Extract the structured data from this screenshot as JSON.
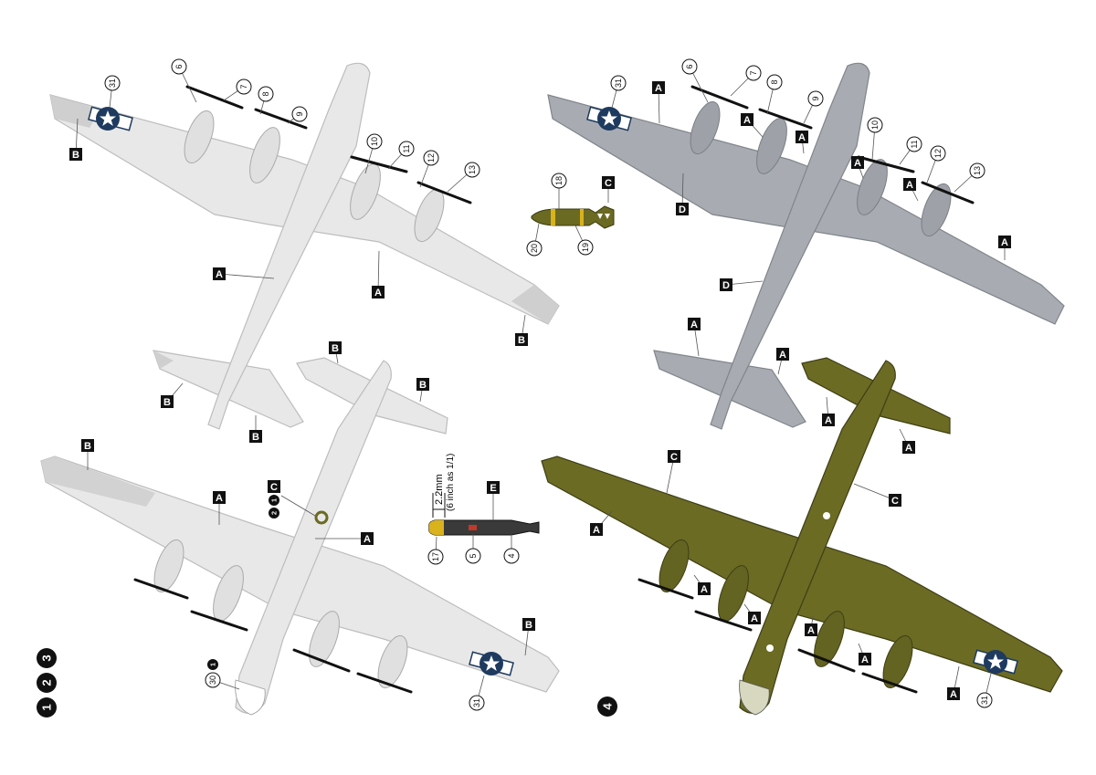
{
  "colors": {
    "white_scheme": "#e8e8e8",
    "white_outline": "#bdbdbd",
    "gray_scheme": "#a8acb2",
    "gray_outline": "#80858b",
    "olive_scheme": "#6b6b24",
    "olive_outline": "#3e3e14",
    "insignia_blue": "#1e3a5f",
    "bomb_olive": "#6b6a22",
    "bomb_yellow": "#d9b21c",
    "prop_black": "#111111",
    "prop_gray": "#3a3a3a"
  },
  "paint_letters": {
    "A": "A",
    "B": "B",
    "C": "C",
    "D": "D",
    "E": "E"
  },
  "decal_numbers": {
    "n4": "4",
    "n5": "5",
    "n6": "6",
    "n7": "7",
    "n8": "8",
    "n9": "9",
    "n10": "10",
    "n11": "11",
    "n12": "12",
    "n13": "13",
    "n17": "17",
    "n18": "18",
    "n19": "19",
    "n20": "20",
    "n30": "30",
    "n31": "31"
  },
  "scheme_tags": {
    "schemes_123": [
      "1",
      "2",
      "3"
    ],
    "scheme_4": "4",
    "marker_c": "C",
    "marker_c_schemes": [
      "1",
      "2"
    ],
    "marker_30_scheme": "1"
  },
  "propeller_note": {
    "dimension": "2.2mm",
    "note": "(6 inch as 1/1)"
  }
}
